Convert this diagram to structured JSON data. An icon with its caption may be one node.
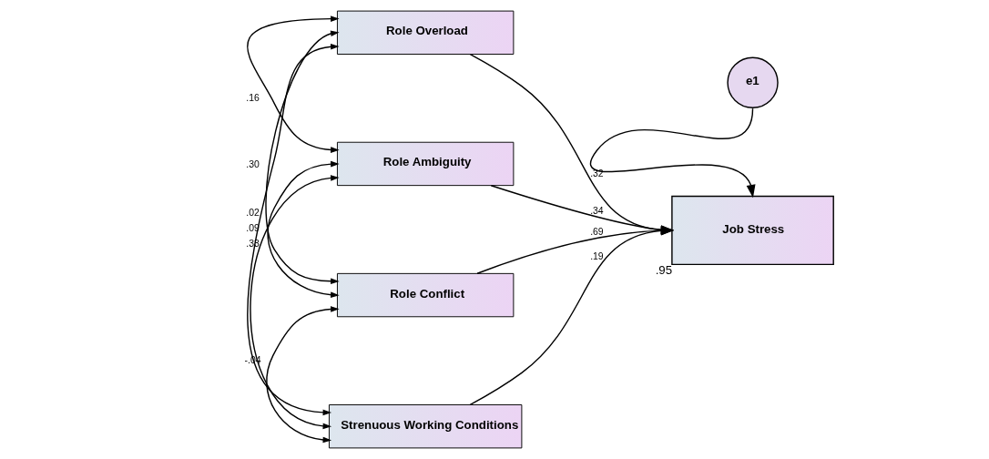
{
  "diagram": {
    "nodes": [
      {
        "text": [
          "Role Overload"
        ]
      },
      {
        "text": [
          "Role Ambiguity"
        ]
      },
      {
        "text": [
          "Role Conflict"
        ]
      },
      {
        "text": [
          "Strenuous Working Conditions"
        ]
      },
      {
        "text": [
          "e1"
        ]
      },
      {
        "text": [
          "Job Stress"
        ],
        "beside": [
          ".95"
        ]
      }
    ],
    "edges": [
      {
        "from": 0,
        "to": 5,
        "arrow": "to",
        "label": ".32"
      },
      {
        "from": 1,
        "to": 5,
        "arrow": "to",
        "label": ".34"
      },
      {
        "from": 2,
        "to": 5,
        "arrow": "to",
        "label": ".69"
      },
      {
        "from": 3,
        "to": 5,
        "arrow": "to",
        "label": ".19"
      },
      {
        "from": 4,
        "to": 5,
        "arrow": "to"
      },
      {
        "from": 0,
        "to": 1,
        "arrow": "both",
        "label": ".16"
      },
      {
        "from": 0,
        "to": 2,
        "arrow": "both",
        "label": ".33"
      },
      {
        "from": 0,
        "to": 3,
        "arrow": "both",
        "label": ".30"
      },
      {
        "from": 1,
        "to": 2,
        "arrow": "both",
        "label": ".02"
      },
      {
        "from": 1,
        "to": 3,
        "arrow": "both",
        "label": ".09"
      },
      {
        "from": 2,
        "to": 3,
        "arrow": "both",
        "label": "-.04"
      }
    ]
  }
}
